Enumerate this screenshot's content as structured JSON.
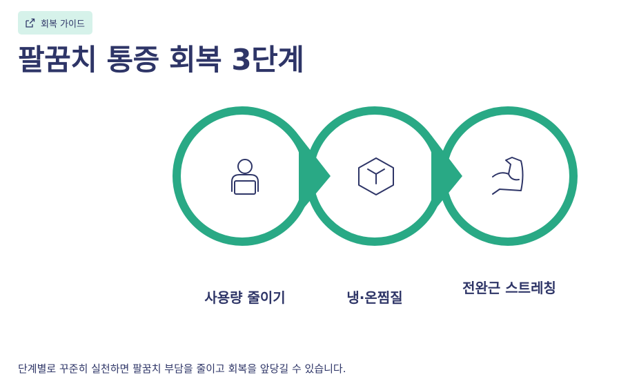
{
  "badge": {
    "label": "회복 가이드",
    "icon": "share-icon"
  },
  "title": "팔꿈치 통증 회복 3단계",
  "steps": [
    {
      "label": "사용량 줄이기",
      "icon": "laptop-user-icon"
    },
    {
      "label": "냉·온찜질",
      "icon": "cube-icon"
    },
    {
      "label": "전완근 스트레칭",
      "icon": "flexed-arm-icon"
    }
  ],
  "footer": {
    "text": "단계별로 꾸준히 실천하면 팔꿈치 부담을 줄이고 회복을 앞당길 수 있습니다."
  },
  "colors": {
    "accent": "#29a985",
    "text": "#2e3567",
    "badge_bg": "#d6f2ea"
  }
}
